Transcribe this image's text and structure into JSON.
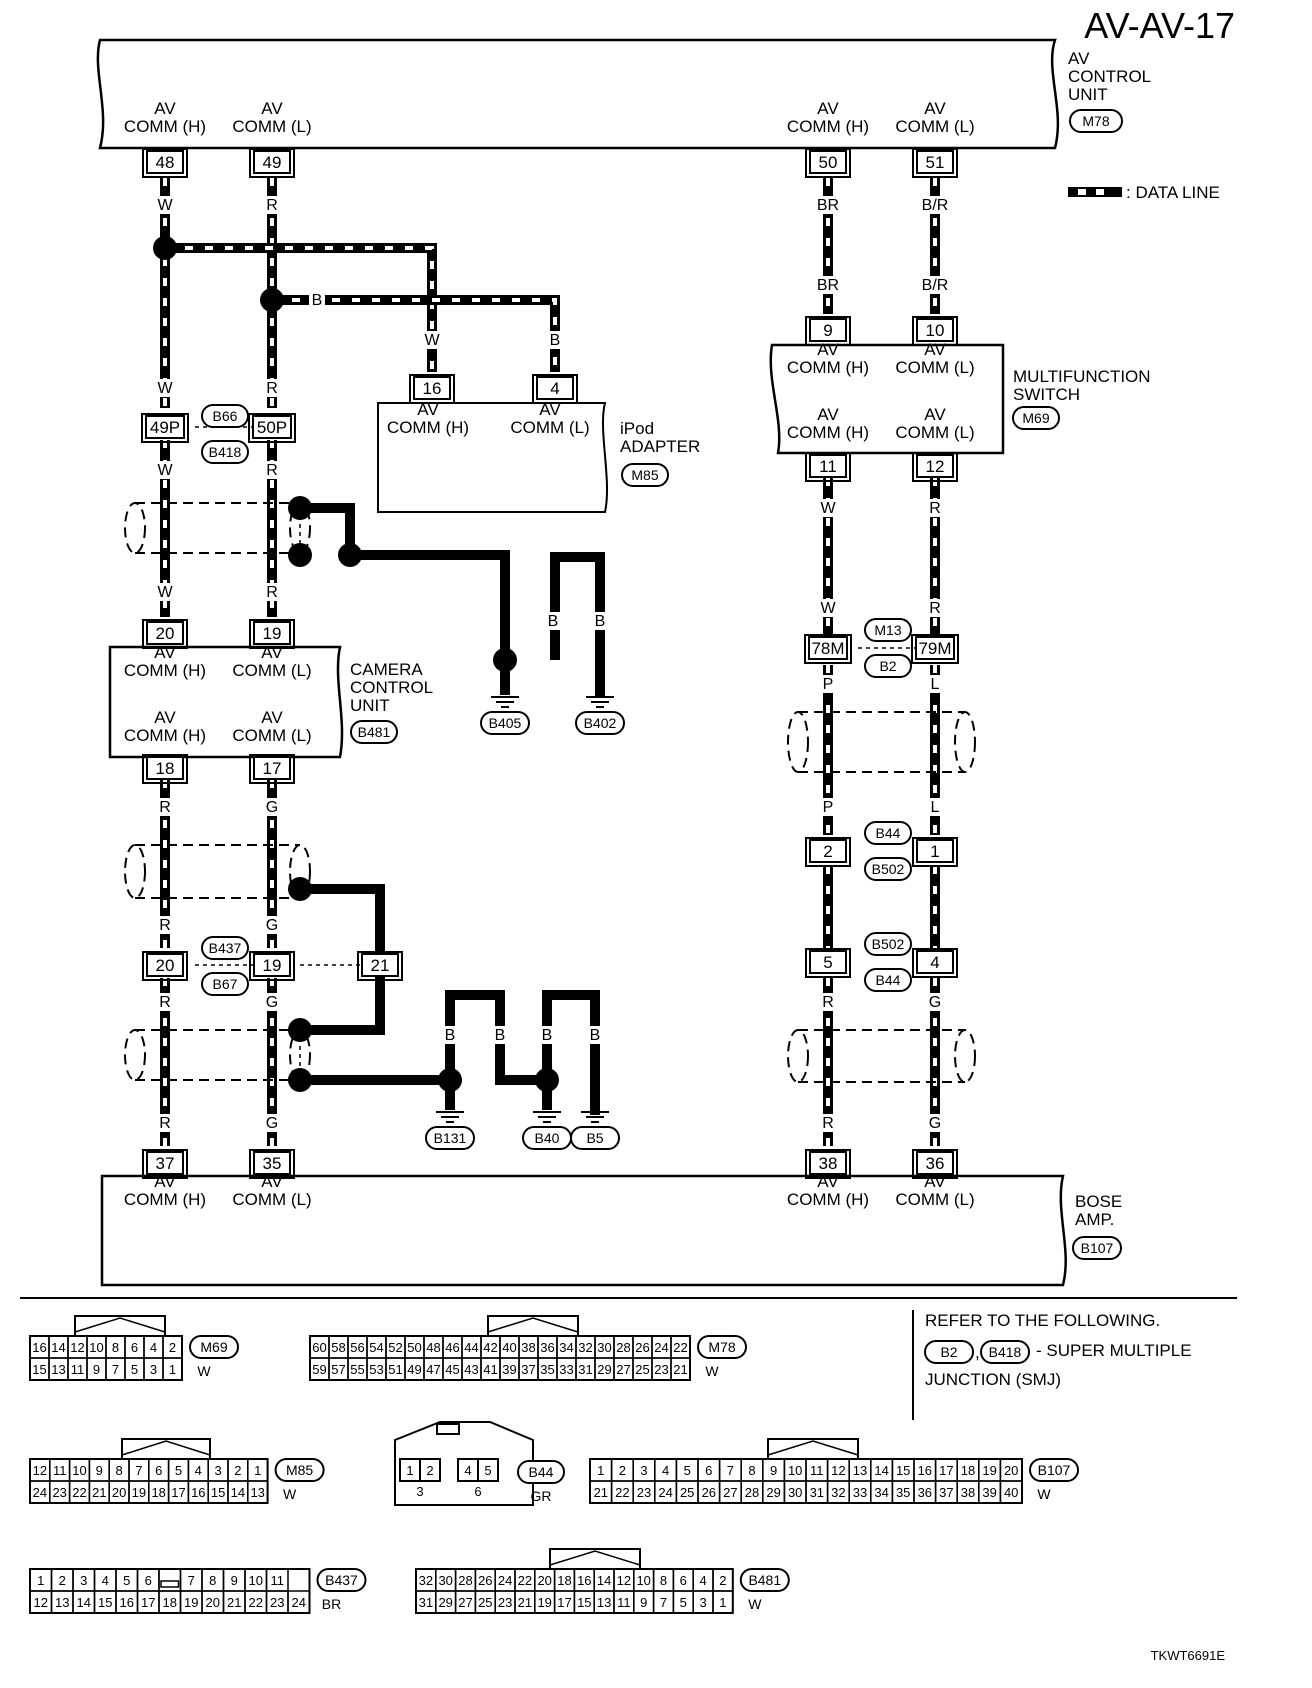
{
  "page_id": "AV-AV-17",
  "figure_code": "TKWT6691E",
  "legend": {
    "data_line": ": DATA LINE"
  },
  "units": {
    "av_control": {
      "lines": [
        "AV",
        "CONTROL",
        "UNIT"
      ],
      "code": "M78"
    },
    "multifunction": {
      "lines": [
        "MULTIFUNCTION",
        "SWITCH"
      ],
      "code": "M69"
    },
    "ipod": {
      "lines": [
        "iPod",
        "ADAPTER"
      ],
      "code": "M85"
    },
    "camera": {
      "lines": [
        "CAMERA",
        "CONTROL",
        "UNIT"
      ],
      "code": "B481"
    },
    "bose": {
      "lines": [
        "BOSE",
        "AMP."
      ],
      "code": "B107"
    }
  },
  "terminal_labels": {
    "av": "AV",
    "comm_h": "COMM (H)",
    "comm_l": "COMM (L)"
  },
  "pins": {
    "m78_48": "48",
    "m78_49": "49",
    "m78_50": "50",
    "m78_51": "51",
    "m85_16": "16",
    "m85_4": "4",
    "m69_9": "9",
    "m69_10": "10",
    "m69_11": "11",
    "m69_12": "12",
    "j_49p": "49P",
    "j_50p": "50P",
    "b481_20": "20",
    "b481_19": "19",
    "b481_18": "18",
    "b481_17": "17",
    "j_20": "20",
    "j_19": "19",
    "j_21": "21",
    "j_78m": "78M",
    "j_79m": "79M",
    "j_2": "2",
    "j_1": "1",
    "j_5": "5",
    "j_4": "4",
    "b107_37": "37",
    "b107_35": "35",
    "b107_38": "38",
    "b107_36": "36"
  },
  "connector_codes": {
    "b66": "B66",
    "b418": "B418",
    "b437": "B437",
    "b67": "B67",
    "m13": "M13",
    "b2": "B2",
    "b44": "B44",
    "b502": "B502"
  },
  "grounds": {
    "b405": "B405",
    "b402": "B402",
    "b131": "B131",
    "b40": "B40",
    "b5": "B5"
  },
  "wire_colors": {
    "w": "W",
    "r": "R",
    "b": "B",
    "br": "BR",
    "br_r": "B/R",
    "g": "G",
    "p": "P",
    "l": "L"
  },
  "note": {
    "line1": "REFER TO THE FOLLOWING.",
    "b2": "B2",
    "b418": "B418",
    "suffix": "- SUPER MULTIPLE",
    "line3": "JUNCTION (SMJ)"
  },
  "connector_faces": [
    {
      "code": "M69",
      "color": "W",
      "top": [
        "16",
        "14",
        "12",
        "10",
        "8",
        "6",
        "4",
        "2"
      ],
      "bottom": [
        "15",
        "13",
        "11",
        "9",
        "7",
        "5",
        "3",
        "1"
      ]
    },
    {
      "code": "M78",
      "color": "W",
      "top": [
        "60",
        "58",
        "56",
        "54",
        "52",
        "50",
        "48",
        "46",
        "44",
        "42",
        "40",
        "38",
        "36",
        "34",
        "32",
        "30",
        "28",
        "26",
        "24",
        "22"
      ],
      "bottom": [
        "59",
        "57",
        "55",
        "53",
        "51",
        "49",
        "47",
        "45",
        "43",
        "41",
        "39",
        "37",
        "35",
        "33",
        "31",
        "29",
        "27",
        "25",
        "23",
        "21"
      ]
    },
    {
      "code": "M85",
      "color": "W",
      "top": [
        "12",
        "11",
        "10",
        "9",
        "8",
        "7",
        "6",
        "5",
        "4",
        "3",
        "2",
        "1"
      ],
      "bottom": [
        "24",
        "23",
        "22",
        "21",
        "20",
        "19",
        "18",
        "17",
        "16",
        "15",
        "14",
        "13"
      ]
    },
    {
      "code": "B44",
      "color": "GR",
      "top": [
        "1",
        "2",
        "4",
        "5"
      ],
      "bottom": [
        "3",
        "6"
      ]
    },
    {
      "code": "B107",
      "color": "W",
      "top": [
        "1",
        "2",
        "3",
        "4",
        "5",
        "6",
        "7",
        "8",
        "9",
        "10",
        "11",
        "12",
        "13",
        "14",
        "15",
        "16",
        "17",
        "18",
        "19",
        "20"
      ],
      "bottom": [
        "21",
        "22",
        "23",
        "24",
        "25",
        "26",
        "27",
        "28",
        "29",
        "30",
        "31",
        "32",
        "33",
        "34",
        "35",
        "36",
        "37",
        "38",
        "39",
        "40"
      ]
    },
    {
      "code": "B437",
      "color": "BR",
      "top": [
        "1",
        "2",
        "3",
        "4",
        "5",
        "6",
        "",
        "7",
        "8",
        "9",
        "10",
        "11"
      ],
      "bottom": [
        "12",
        "13",
        "14",
        "15",
        "16",
        "17",
        "18",
        "19",
        "20",
        "21",
        "22",
        "23",
        "24"
      ]
    },
    {
      "code": "B481",
      "color": "W",
      "top": [
        "32",
        "30",
        "28",
        "26",
        "24",
        "22",
        "20",
        "18",
        "16",
        "14",
        "12",
        "10",
        "8",
        "6",
        "4",
        "2"
      ],
      "bottom": [
        "31",
        "29",
        "27",
        "25",
        "23",
        "21",
        "19",
        "17",
        "15",
        "13",
        "11",
        "9",
        "7",
        "5",
        "3",
        "1"
      ]
    }
  ]
}
